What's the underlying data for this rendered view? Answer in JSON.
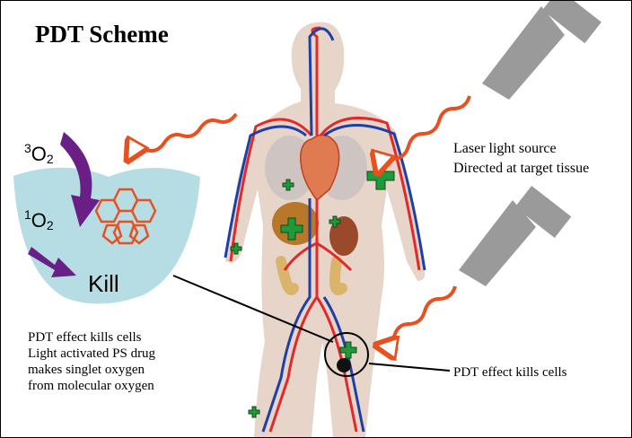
{
  "title": "PDT Scheme",
  "laser_label": {
    "line1": "Laser light source",
    "line2": "Directed at target tissue"
  },
  "mechanism": {
    "triplet_superscript": "3",
    "triplet_base": "O",
    "triplet_subscript": "2",
    "singlet_superscript": "1",
    "singlet_base": "O",
    "singlet_subscript": "2",
    "kill": "Kill"
  },
  "effect_text": {
    "line1": "PDT effect kills cells",
    "line2": "Light activated PS drug",
    "line3": "makes singlet oxygen",
    "line4": "from molecular oxygen"
  },
  "pointer_label": "PDT effect kills cells",
  "colors": {
    "laser_wave": "#e8501e",
    "body_silhouette": "#e6d5c8",
    "artery": "#e02a2a",
    "vein": "#1f3fa8",
    "heart": "#e07a50",
    "tumor_cross": "#1f9a3a",
    "tissue_pool": "#b6dde3",
    "reaction_arrow": "#6a1f86",
    "laser_device": "#9a9a9a"
  },
  "icons": [
    "laser-device-icon",
    "light-wave-icon",
    "photosensitizer-molecule-icon",
    "human-circulatory-system-icon",
    "tumor-cross-icon"
  ]
}
